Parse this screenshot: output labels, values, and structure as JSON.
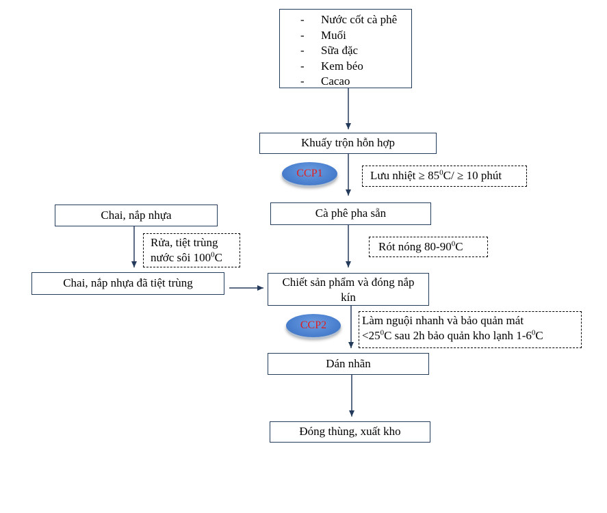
{
  "ingredients": [
    {
      "dash": "-",
      "text": "Nước cốt cà phê"
    },
    {
      "dash": "-",
      "text": "Muối"
    },
    {
      "dash": "-",
      "text": "Sữa đặc"
    },
    {
      "dash": "-",
      "text": "Kem béo"
    },
    {
      "dash": "-",
      "text": "Cacao"
    }
  ],
  "steps": {
    "mix": "Khuấy trộn hỗn hợp",
    "coffee": "Cà phê pha sẵn",
    "fill_line1": "Chiết sản phẩm và đóng nắp",
    "fill_line2": "kín",
    "label": "Dán nhãn",
    "pack": "Đóng thùng, xuất kho",
    "bottle": "Chai, nắp nhựa",
    "bottle_sterile": "Chai, nắp nhựa đã tiệt trùng"
  },
  "ccp": {
    "ccp1": "CCP1",
    "ccp2": "CCP2"
  },
  "notes": {
    "hold": {
      "pre": "Lưu nhiệt ≥ 85",
      "sup": "0",
      "post": "C/ ≥ 10 phút"
    },
    "hot_fill": {
      "pre": "Rót nóng 80-90",
      "sup": "0",
      "post": "C"
    },
    "wash": {
      "line1": "Rửa, tiệt trùng",
      "pre": "nước sôi 100",
      "sup": "0",
      "post": "C"
    },
    "cool": {
      "line1": "Làm nguội nhanh và bảo quản mát",
      "pre1": "<25",
      "sup1": "0",
      "mid": "C sau 2h bảo quản kho lạnh 1-6",
      "sup2": "0",
      "post": "C"
    }
  },
  "colors": {
    "box_border": "#243a5a",
    "arrow": "#243a5a",
    "ccp_fill": "#4a80cf",
    "ccp_text": "#e11d1d"
  }
}
